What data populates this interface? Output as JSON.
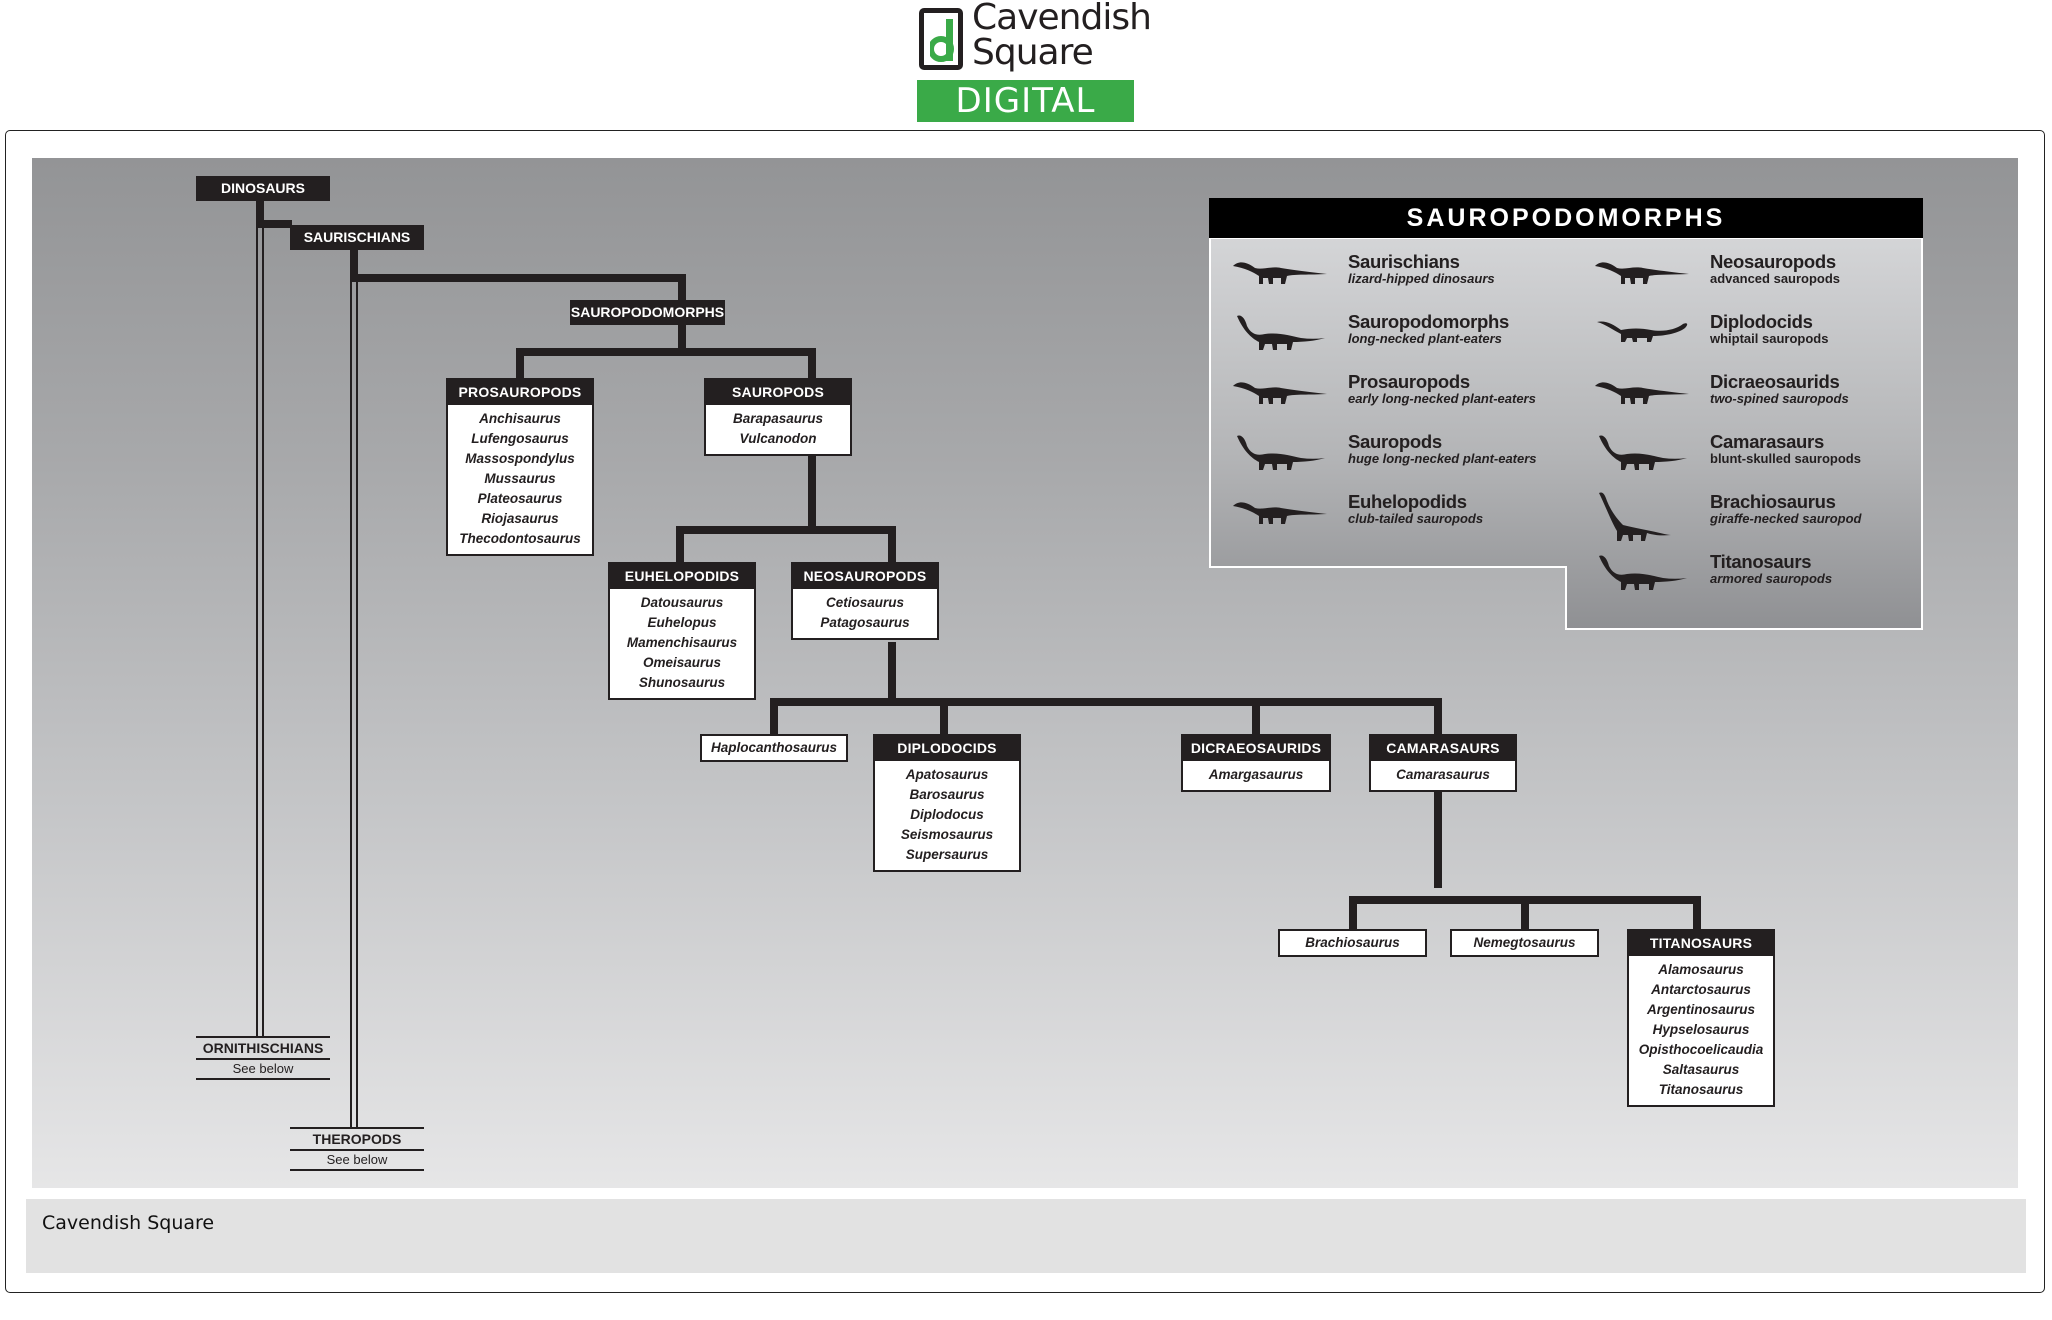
{
  "logo": {
    "line1": "Cavendish",
    "line2": "Square",
    "badge": "DIGITAL",
    "brand_green": "#3aaa48",
    "icon": "d-letter-icon"
  },
  "tree": {
    "root": "DINOSAURS",
    "saurischians": "SAURISCHIANS",
    "sauropodomorphs": "SAUROPODOMORPHS",
    "ornithischians": {
      "name": "ORNITHISCHIANS",
      "note": "See below"
    },
    "theropods": {
      "name": "THEROPODS",
      "note": "See below"
    },
    "groups": {
      "prosauropods": {
        "name": "PROSAUROPODS",
        "members": [
          "Anchisaurus",
          "Lufengosaurus",
          "Massospondylus",
          "Mussaurus",
          "Plateosaurus",
          "Riojasaurus",
          "Thecodontosaurus"
        ]
      },
      "sauropods": {
        "name": "SAUROPODS",
        "members": [
          "Barapasaurus",
          "Vulcanodon"
        ]
      },
      "euhelopodids": {
        "name": "EUHELOPODIDS",
        "members": [
          "Datousaurus",
          "Euhelopus",
          "Mamenchisaurus",
          "Omeisaurus",
          "Shunosaurus"
        ]
      },
      "neosauropods": {
        "name": "NEOSAUROPODS",
        "members": [
          "Cetiosaurus",
          "Patagosaurus"
        ]
      },
      "diplodocids": {
        "name": "DIPLODOCIDS",
        "members": [
          "Apatosaurus",
          "Barosaurus",
          "Diplodocus",
          "Seismosaurus",
          "Supersaurus"
        ]
      },
      "dicraeosaurids": {
        "name": "DICRAEOSAURIDS",
        "members": [
          "Amargasaurus"
        ]
      },
      "camarasaurs": {
        "name": "CAMARASAURS",
        "members": [
          "Camarasaurus"
        ]
      },
      "titanosaurs": {
        "name": "TITANOSAURS",
        "members": [
          "Alamosaurus",
          "Antarctosaurus",
          "Argentinosaurus",
          "Hypselosaurus",
          "Opisthocoelicaudia",
          "Saltasaurus",
          "Titanosaurus"
        ]
      }
    },
    "leaves": {
      "haplocanthosaurus": "Haplocanthosaurus",
      "brachiosaurus": "Brachiosaurus",
      "nemegtosaurus": "Nemegtosaurus"
    }
  },
  "legend": {
    "title": "SAUROPODOMORPHS",
    "items": [
      {
        "name": "Saurischians",
        "desc": "lizard-hipped dinosaurs",
        "icon": "sauropod-silhouette-icon"
      },
      {
        "name": "Sauropodomorphs",
        "desc": "long-necked plant-eaters",
        "icon": "sauropodomorph-silhouette-icon"
      },
      {
        "name": "Prosauropods",
        "desc": "early long-necked plant-eaters",
        "icon": "prosauropod-silhouette-icon"
      },
      {
        "name": "Sauropods",
        "desc": "huge long-necked plant-eaters",
        "icon": "sauropod-silhouette-icon"
      },
      {
        "name": "Euhelopodids",
        "desc": "club-tailed sauropods",
        "icon": "euhelopodid-silhouette-icon"
      },
      {
        "name": "Neosauropods",
        "desc": "advanced sauropods",
        "icon": "neosauropod-silhouette-icon"
      },
      {
        "name": "Diplodocids",
        "desc": "whiptail sauropods",
        "icon": "diplodocid-silhouette-icon"
      },
      {
        "name": "Dicraeosaurids",
        "desc": "two-spined sauropods",
        "icon": "dicraeosaurid-silhouette-icon"
      },
      {
        "name": "Camarasaurs",
        "desc": "blunt-skulled sauropods",
        "icon": "camarasaur-silhouette-icon"
      },
      {
        "name": "Brachiosaurus",
        "desc": "giraffe-necked sauropod",
        "icon": "brachiosaurus-silhouette-icon"
      },
      {
        "name": "Titanosaurs",
        "desc": "armored sauropods",
        "icon": "titanosaur-silhouette-icon"
      }
    ]
  },
  "caption": {
    "text": "Cavendish Square"
  }
}
